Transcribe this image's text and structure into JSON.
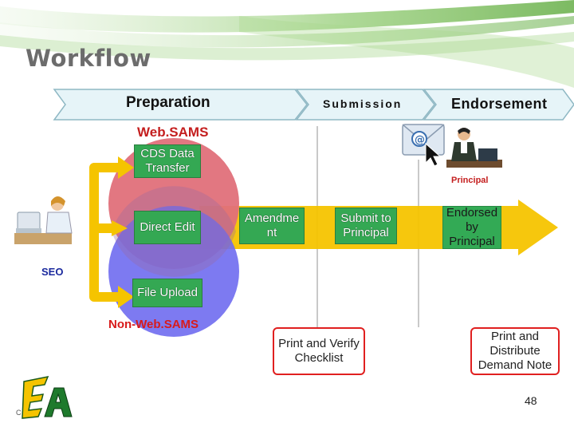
{
  "title": "Workflow",
  "phases": {
    "preparation": "Preparation",
    "submission": "Submission",
    "endorsement": "Endorsement"
  },
  "websams_label": "Web.SAMS",
  "non_websams_label": "Non-Web.SAMS",
  "seo_label": "SEO",
  "principal_label": "Principal",
  "boxes": {
    "cds": "CDS Data Transfer",
    "direct_edit": "Direct Edit",
    "file_upload": "File Upload",
    "amendment": "Amendme nt",
    "submit": "Submit to Principal",
    "endorsed": "Endorsed by Principal"
  },
  "checklists": {
    "print_verify": "Print and Verify Checklist",
    "print_distribute": "Print and Distribute Demand Note"
  },
  "logo": {
    "letters": "EA",
    "small": "C"
  },
  "page_number": "48",
  "colors": {
    "green": "#34a853",
    "red_circle": "#e0707a",
    "blue_circle": "#6f6cf0",
    "yellow": "#f5c400",
    "phase_bg": "#e6f4f8"
  },
  "icons": [
    "person-at-computer-icon",
    "email-icon",
    "principal-at-computer-icon",
    "cursor-icon"
  ]
}
